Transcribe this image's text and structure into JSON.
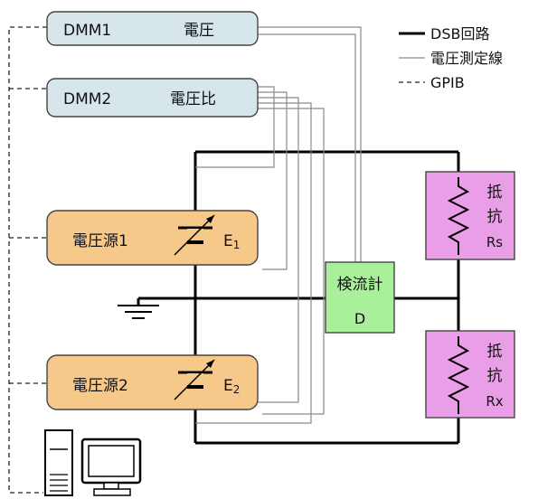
{
  "legend": {
    "dsb": "DSB回路",
    "voltage_line": "電圧測定線",
    "gpib": "GPIB"
  },
  "dmm1": {
    "name": "DMM1",
    "function": "電圧"
  },
  "dmm2": {
    "name": "DMM2",
    "function": "電圧比"
  },
  "source1": {
    "name": "電圧源1",
    "emf": "E",
    "emf_sub": "1"
  },
  "source2": {
    "name": "電圧源2",
    "emf": "E",
    "emf_sub": "2"
  },
  "galvanometer": {
    "name": "検流計",
    "symbol": "D"
  },
  "rs": {
    "char1": "抵",
    "char2": "抗",
    "symbol": "Rs"
  },
  "rx": {
    "char1": "抵",
    "char2": "抗",
    "symbol": "Rx"
  },
  "colors": {
    "dmm_fill": "#d7e6ea",
    "source_fill": "#f6c98a",
    "galvanometer_fill": "#a8f09a",
    "resistor_fill": "#ea9ee8",
    "dsb_line": "#000000",
    "measure_line": "#888888"
  },
  "icons": {
    "computer": "computer-icon",
    "ground": "ground-icon"
  }
}
